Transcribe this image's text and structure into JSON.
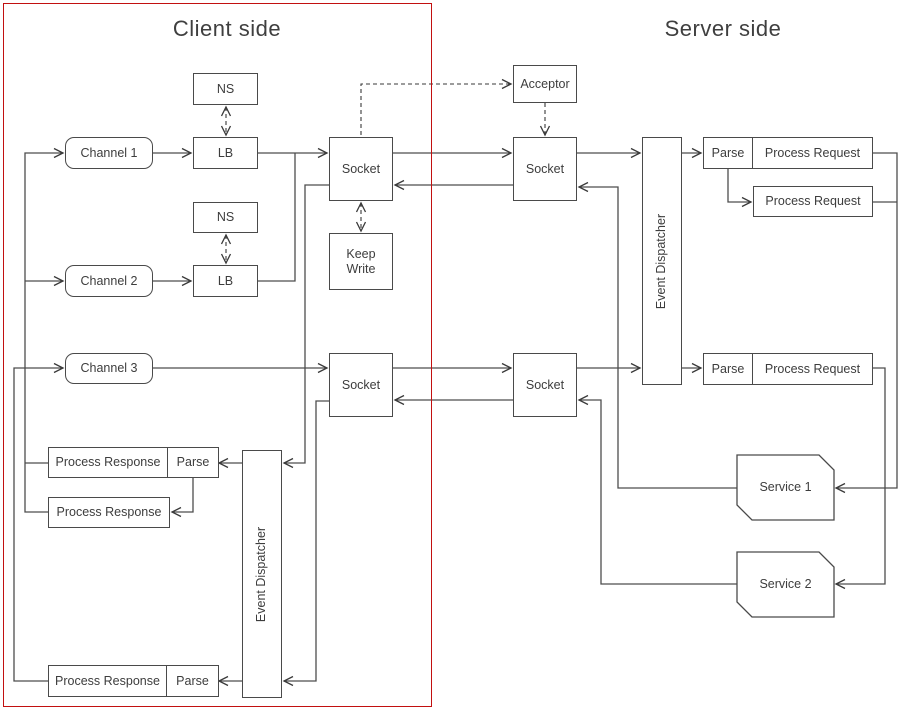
{
  "diagram": {
    "client": {
      "title": "Client side",
      "nodes": {
        "channel1": "Channel 1",
        "channel2": "Channel 2",
        "channel3": "Channel 3",
        "ns": "NS",
        "lb": "LB",
        "socket": "Socket",
        "keep_write": "Keep Write",
        "event_dispatcher": "Event Dispatcher",
        "parse": "Parse",
        "process_response": "Process Response"
      }
    },
    "server": {
      "title": "Server side",
      "nodes": {
        "acceptor": "Acceptor",
        "socket": "Socket",
        "event_dispatcher": "Event Dispatcher",
        "parse": "Parse",
        "process_request": "Process Request",
        "service1": "Service 1",
        "service2": "Service 2"
      }
    },
    "colors": {
      "boundary": "#c21010",
      "line": "#4d4d4d",
      "text": "#3d3d3d",
      "background": "#ffffff"
    }
  }
}
